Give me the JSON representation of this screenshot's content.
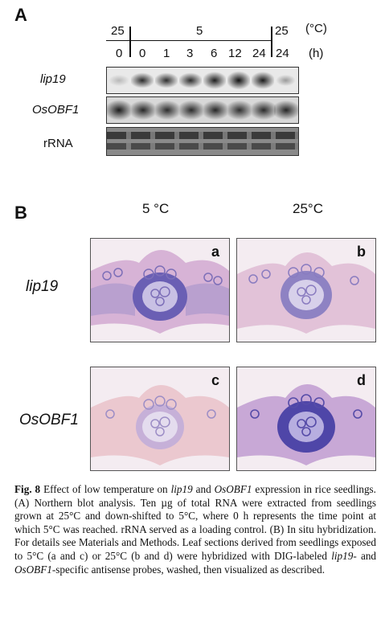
{
  "panel_a": {
    "label": "A",
    "temps": [
      "25",
      "5",
      "25"
    ],
    "temp_unit": "(°C)",
    "times": [
      "0",
      "0",
      "1",
      "3",
      "6",
      "12",
      "24",
      "24"
    ],
    "time_unit": "(h)",
    "rows": [
      "lip19",
      "OsOBF1",
      "rRNA"
    ]
  },
  "panel_b": {
    "label": "B",
    "col_headers": [
      "5 °C",
      "25°C"
    ],
    "row_headers": [
      "lip19",
      "OsOBF1"
    ],
    "letters": [
      "a",
      "b",
      "c",
      "d"
    ]
  },
  "caption": {
    "fig": "Fig. 8",
    "t1": " Effect of low temperature on ",
    "g1": "lip19",
    "t2": " and ",
    "g2": "OsOBF1",
    "t3": " expression in rice seedlings. (A) Northern blot analysis. Ten µg of total RNA were extracted from seedlings grown at 25°C and down-shifted to 5°C, where 0 h represents the time point at which 5°C was reached. rRNA served as a loading control. (B) In situ hybridization. For details see Materials and Methods. Leaf sections derived from seedlings exposed to 5°C (a and c) or 25°C (b and d) were hybridized with DIG-labeled ",
    "g3": "lip19",
    "t4": "- and ",
    "g4": "OsOBF1",
    "t5": "-specific antisense probes, washed, then visualized as described."
  }
}
